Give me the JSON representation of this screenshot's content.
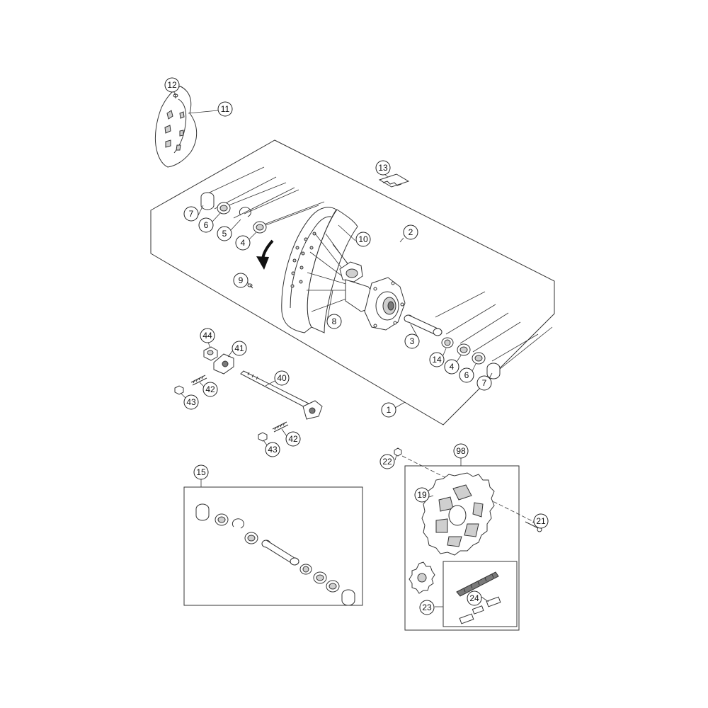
{
  "callouts": [
    {
      "id": "c12",
      "label": "12"
    },
    {
      "id": "c11",
      "label": "11"
    },
    {
      "id": "c13",
      "label": "13"
    },
    {
      "id": "c7a",
      "label": "7"
    },
    {
      "id": "c6a",
      "label": "6"
    },
    {
      "id": "c5",
      "label": "5"
    },
    {
      "id": "c4a",
      "label": "4"
    },
    {
      "id": "c2",
      "label": "2"
    },
    {
      "id": "c10",
      "label": "10"
    },
    {
      "id": "c9",
      "label": "9"
    },
    {
      "id": "c8",
      "label": "8"
    },
    {
      "id": "c3",
      "label": "3"
    },
    {
      "id": "c14",
      "label": "14"
    },
    {
      "id": "c4b",
      "label": "4"
    },
    {
      "id": "c6b",
      "label": "6"
    },
    {
      "id": "c7b",
      "label": "7"
    },
    {
      "id": "c1",
      "label": "1"
    },
    {
      "id": "c44",
      "label": "44"
    },
    {
      "id": "c41",
      "label": "41"
    },
    {
      "id": "c40",
      "label": "40"
    },
    {
      "id": "c42a",
      "label": "42"
    },
    {
      "id": "c43a",
      "label": "43"
    },
    {
      "id": "c42b",
      "label": "42"
    },
    {
      "id": "c43b",
      "label": "43"
    },
    {
      "id": "c15",
      "label": "15"
    },
    {
      "id": "c22",
      "label": "22"
    },
    {
      "id": "c98",
      "label": "98"
    },
    {
      "id": "c19",
      "label": "19"
    },
    {
      "id": "c21",
      "label": "21"
    },
    {
      "id": "c24",
      "label": "24"
    },
    {
      "id": "c23",
      "label": "23"
    }
  ]
}
